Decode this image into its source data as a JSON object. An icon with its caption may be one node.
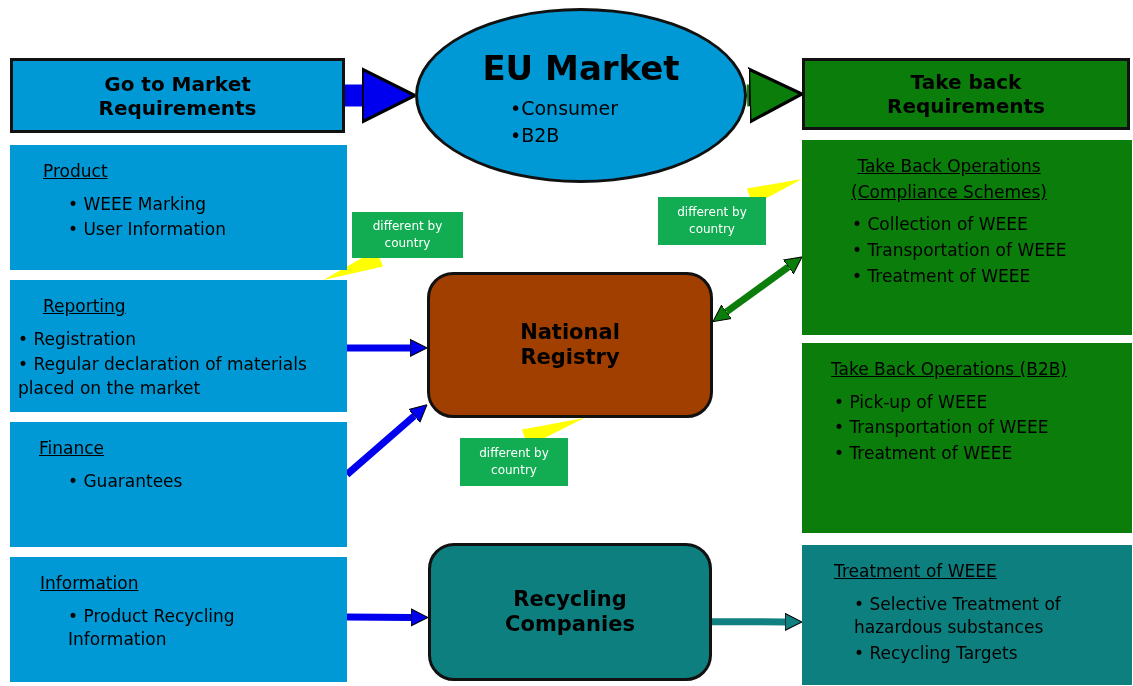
{
  "diagram": {
    "nodes": [
      {
        "text": [
          "Go to Market Requirements"
        ]
      },
      {
        "text": [
          "EU Market",
          "•Consumer",
          "•B2B"
        ]
      },
      {
        "text": [
          "Take back Requirements"
        ]
      },
      {
        "text": [
          "Product",
          "• WEEE Marking",
          "• User Information"
        ]
      },
      {
        "text": [
          "Reporting",
          "• Registration",
          "• Regular declaration of materials placed on the market"
        ]
      },
      {
        "text": [
          "Finance",
          "• Guarantees"
        ]
      },
      {
        "text": [
          "Information",
          "• Product Recycling Information"
        ]
      },
      {
        "text": [
          "National Registry"
        ]
      },
      {
        "text": [
          "Recycling Companies"
        ]
      },
      {
        "text": [
          "Take Back Operations (Compliance Schemes)",
          "• Collection of WEEE",
          "• Transportation of WEEE",
          "• Treatment of WEEE"
        ]
      },
      {
        "text": [
          "Take Back Operations (B2B)",
          "• Pick-up of WEEE",
          "• Transportation of WEEE",
          "• Treatment of WEEE"
        ]
      },
      {
        "text": [
          "Treatment of WEEE",
          "• Selective Treatment of hazardous substances",
          "• Recycling Targets"
        ]
      },
      {
        "text": [
          "different by country"
        ]
      },
      {
        "text": [
          "different by country"
        ]
      },
      {
        "text": [
          "different by country"
        ]
      }
    ],
    "edges": [
      {
        "from": 0,
        "to": 1,
        "arrow": "to",
        "style": "thick"
      },
      {
        "from": 1,
        "to": 2,
        "arrow": "to",
        "style": "thick",
        "color": "#0a7d0a"
      },
      {
        "from": 4,
        "to": 7,
        "arrow": "to"
      },
      {
        "from": 5,
        "to": 7,
        "arrow": "to"
      },
      {
        "from": 9,
        "to": 7,
        "arrow": "both",
        "color": "#0a7d0a"
      },
      {
        "from": 6,
        "to": 8,
        "arrow": "to"
      },
      {
        "from": 8,
        "to": 11,
        "arrow": "to",
        "color": "#118080"
      },
      {
        "from": 12,
        "to": 4,
        "arrow": "none",
        "color": "#ffff00"
      },
      {
        "from": 13,
        "to": 9,
        "arrow": "none",
        "color": "#ffff00"
      },
      {
        "from": 14,
        "to": 7,
        "arrow": "none",
        "color": "#ffff00"
      }
    ]
  }
}
